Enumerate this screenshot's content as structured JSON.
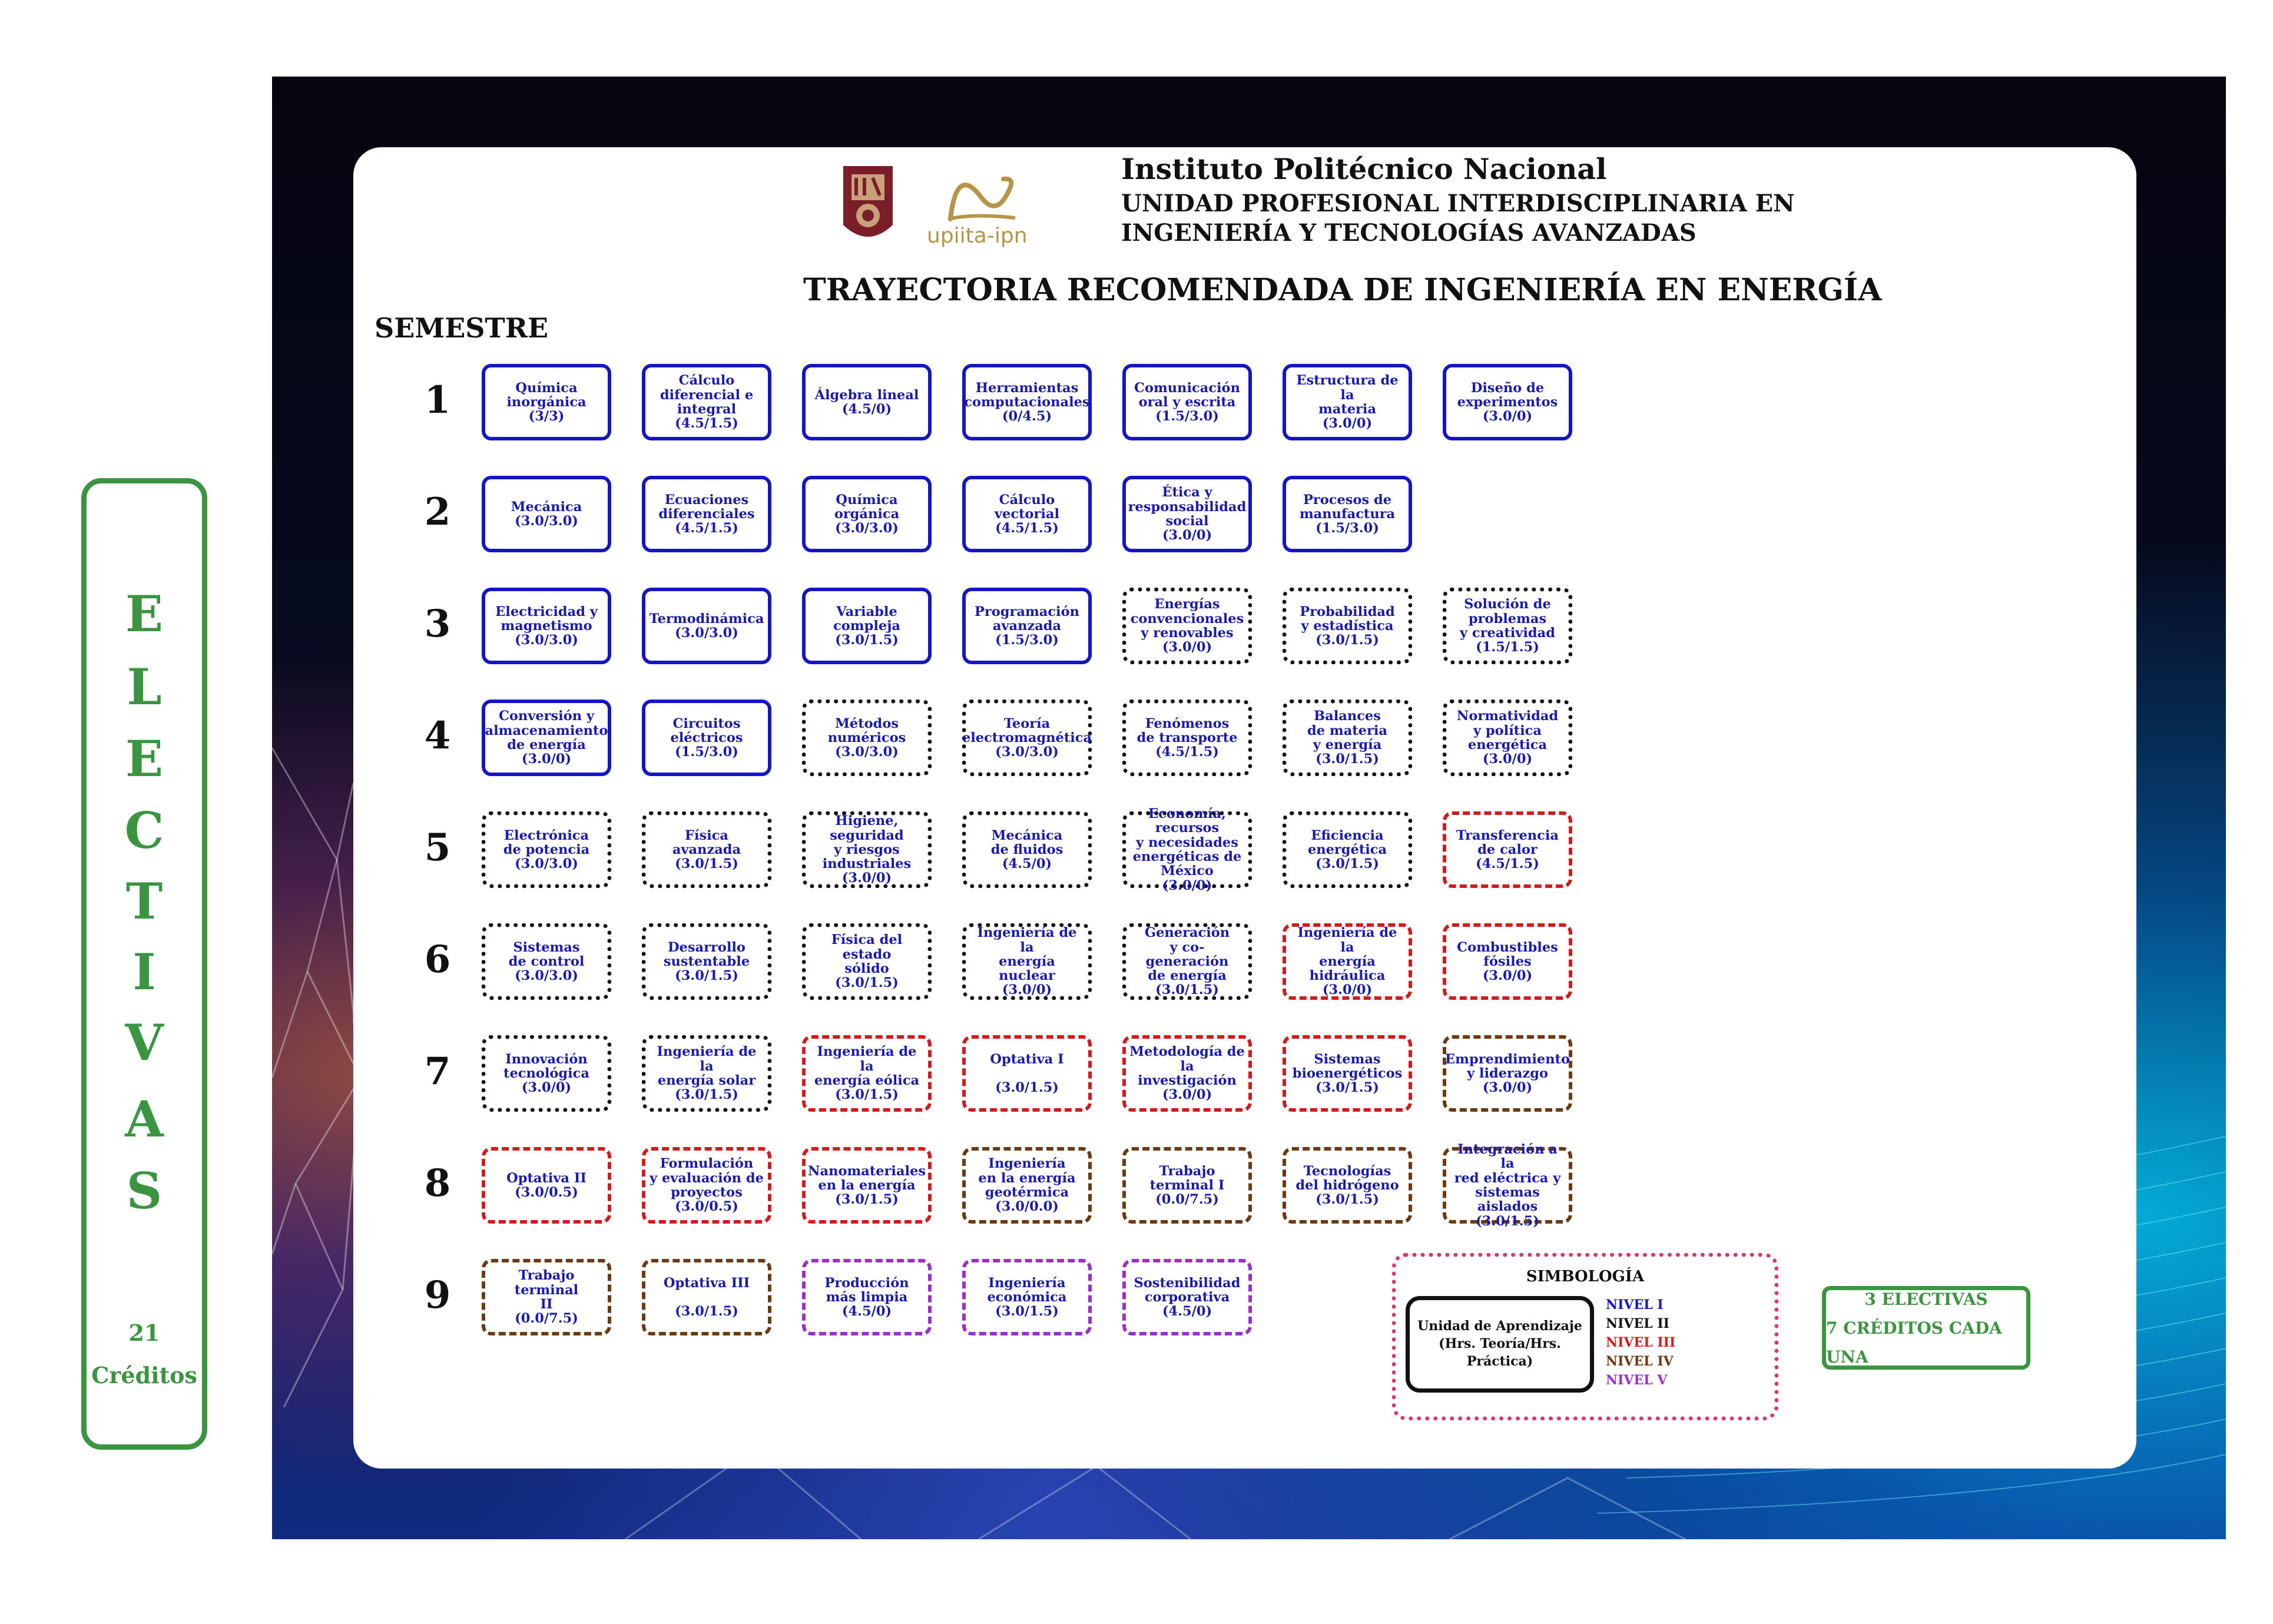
{
  "header": {
    "logo_text": "upiita-ipn",
    "institution": "Instituto Politécnico Nacional",
    "unit_line1": "UNIDAD PROFESIONAL INTERDISCIPLINARIA EN",
    "unit_line2": "INGENIERÍA Y TECNOLOGÍAS AVANZADAS",
    "title": "TRAYECTORIA RECOMENDADA DE INGENIERÍA EN ENERGÍA",
    "semester_label": "SEMESTRE"
  },
  "semesters": [
    {
      "number": "1",
      "courses": [
        {
          "text": "Química\ninorgánica\n(3/3)",
          "level": 1
        },
        {
          "text": "Cálculo\ndiferencial e\nintegral\n(4.5/1.5)",
          "level": 1
        },
        {
          "text": "Álgebra lineal\n(4.5/0)",
          "level": 1
        },
        {
          "text": "Herramientas\ncomputacionales\n(0/4.5)",
          "level": 1
        },
        {
          "text": "Comunicación\noral y escrita\n(1.5/3.0)",
          "level": 1
        },
        {
          "text": "Estructura de la\nmateria\n(3.0/0)",
          "level": 1
        },
        {
          "text": "Diseño de\nexperimentos\n(3.0/0)",
          "level": 1
        }
      ]
    },
    {
      "number": "2",
      "courses": [
        {
          "text": "Mecánica\n(3.0/3.0)",
          "level": 1
        },
        {
          "text": "Ecuaciones\ndiferenciales\n(4.5/1.5)",
          "level": 1
        },
        {
          "text": "Química\norgánica\n(3.0/3.0)",
          "level": 1
        },
        {
          "text": "Cálculo vectorial\n(4.5/1.5)",
          "level": 1
        },
        {
          "text": "Ética y\nresponsabilidad\nsocial\n(3.0/0)",
          "level": 1
        },
        {
          "text": "Procesos de\nmanufactura\n(1.5/3.0)",
          "level": 1
        }
      ]
    },
    {
      "number": "3",
      "courses": [
        {
          "text": "Electricidad y\nmagnetismo\n(3.0/3.0)",
          "level": 1
        },
        {
          "text": "Termodinámica\n(3.0/3.0)",
          "level": 1
        },
        {
          "text": "Variable compleja\n(3.0/1.5)",
          "level": 1
        },
        {
          "text": "Programación\navanzada\n(1.5/3.0)",
          "level": 1
        },
        {
          "text": "Energías\nconvencionales\ny renovables\n(3.0/0)",
          "level": 2
        },
        {
          "text": "Probabilidad\ny estadística\n(3.0/1.5)",
          "level": 2
        },
        {
          "text": "Solución de\nproblemas\ny creatividad\n(1.5/1.5)",
          "level": 2
        }
      ]
    },
    {
      "number": "4",
      "courses": [
        {
          "text": "Conversión y\nalmacenamiento\nde energía\n(3.0/0)",
          "level": 1
        },
        {
          "text": "Circuitos\neléctricos\n(1.5/3.0)",
          "level": 1
        },
        {
          "text": "Métodos\nnuméricos\n(3.0/3.0)",
          "level": 2
        },
        {
          "text": "Teoría\nelectromagnética\n(3.0/3.0)",
          "level": 2
        },
        {
          "text": "Fenómenos\nde transporte\n(4.5/1.5)",
          "level": 2
        },
        {
          "text": "Balances\nde materia\ny energía\n(3.0/1.5)",
          "level": 2
        },
        {
          "text": "Normatividad\ny política\nenergética\n(3.0/0)",
          "level": 2
        }
      ]
    },
    {
      "number": "5",
      "courses": [
        {
          "text": "Electrónica\nde potencia\n(3.0/3.0)",
          "level": 2
        },
        {
          "text": "Física avanzada\n(3.0/1.5)",
          "level": 2
        },
        {
          "text": "Higiene, seguridad\ny riesgos\nindustriales\n(3.0/0)",
          "level": 2
        },
        {
          "text": "Mecánica\nde fluidos\n(4.5/0)",
          "level": 2
        },
        {
          "text": "Economía, recursos\ny necesidades\nenergéticas de México\n(3.0/0)",
          "level": 2
        },
        {
          "text": "Eficiencia\nenergética\n(3.0/1.5)",
          "level": 2
        },
        {
          "text": "Transferencia\nde calor\n(4.5/1.5)",
          "level": 3
        }
      ]
    },
    {
      "number": "6",
      "courses": [
        {
          "text": "Sistemas\nde control\n(3.0/3.0)",
          "level": 2
        },
        {
          "text": "Desarrollo\nsustentable\n(3.0/1.5)",
          "level": 2
        },
        {
          "text": "Física del estado\nsólido\n(3.0/1.5)",
          "level": 2
        },
        {
          "text": "Ingeniería de la\nenergía nuclear\n(3.0/0)",
          "level": 2
        },
        {
          "text": "Generación\ny co-generación\nde energía\n(3.0/1.5)",
          "level": 2
        },
        {
          "text": "Ingeniería de la\nenergía hidráulica\n(3.0/0)",
          "level": 3
        },
        {
          "text": "Combustibles\nfósiles\n(3.0/0)",
          "level": 3
        }
      ]
    },
    {
      "number": "7",
      "courses": [
        {
          "text": "Innovación\ntecnológica\n(3.0/0)",
          "level": 2
        },
        {
          "text": "Ingeniería de la\nenergía solar\n(3.0/1.5)",
          "level": 2
        },
        {
          "text": "Ingeniería de la\nenergía eólica\n(3.0/1.5)",
          "level": 3
        },
        {
          "text": "Optativa I\n\n(3.0/1.5)",
          "level": 3
        },
        {
          "text": "Metodología de la\ninvestigación\n(3.0/0)",
          "level": 3
        },
        {
          "text": "Sistemas\nbioenergéticos\n(3.0/1.5)",
          "level": 3
        },
        {
          "text": "Emprendimiento\ny liderazgo\n(3.0/0)",
          "level": 4
        }
      ]
    },
    {
      "number": "8",
      "courses": [
        {
          "text": "Optativa II\n(3.0/0.5)",
          "level": 3
        },
        {
          "text": "Formulación\ny evaluación de\nproyectos\n(3.0/0.5)",
          "level": 3
        },
        {
          "text": "Nanomateriales\nen la energía\n(3.0/1.5)",
          "level": 3
        },
        {
          "text": "Ingeniería\nen la energía\ngeotérmica\n(3.0/0.0)",
          "level": 4
        },
        {
          "text": "Trabajo\nterminal I\n(0.0/7.5)",
          "level": 4
        },
        {
          "text": "Tecnologías\ndel hidrógeno\n(3.0/1.5)",
          "level": 4
        },
        {
          "text": "Integración a la\nred eléctrica y\nsistemas aislados\n(3.0/1.5)",
          "level": 4
        }
      ]
    },
    {
      "number": "9",
      "courses": [
        {
          "text": "Trabajo terminal\nII\n(0.0/7.5)",
          "level": 4
        },
        {
          "text": "Optativa III\n\n(3.0/1.5)",
          "level": 4
        },
        {
          "text": "Producción\nmás limpia\n(4.5/0)",
          "level": 5
        },
        {
          "text": "Ingeniería\neconómica\n(3.0/1.5)",
          "level": 5
        },
        {
          "text": "Sostenibilidad\ncorporativa\n(4.5/0)",
          "level": 5
        }
      ]
    }
  ],
  "legend": {
    "title": "SIMBOLOGÍA",
    "unit_line1": "Unidad de Aprendizaje",
    "unit_line2": "(Hrs. Teoría/Hrs. Práctica)",
    "levels": [
      {
        "label": "NIVEL I",
        "color": "#1515c8",
        "style": "solid"
      },
      {
        "label": "NIVEL II",
        "color": "#111111",
        "style": "dotted"
      },
      {
        "label": "NIVEL III",
        "color": "#d01c1c",
        "style": "dashed"
      },
      {
        "label": "NIVEL IV",
        "color": "#6b3a10",
        "style": "dash-dot"
      },
      {
        "label": "NIVEL V",
        "color": "#9b2fc9",
        "style": "dash-dot-dot"
      }
    ]
  },
  "electivas_sidebar": {
    "letters": [
      "E",
      "L",
      "E",
      "C",
      "T",
      "I",
      "V",
      "A",
      "S"
    ],
    "credits_number": "21",
    "credits_label": "Créditos"
  },
  "electivas_box": {
    "line1": "3  ELECTIVAS",
    "line2": "7 CRÉDITOS CADA UNA"
  },
  "colors": {
    "accent_green": "#3a9440",
    "level1_blue": "#1515c8",
    "course_text": "#1a1aa8"
  }
}
